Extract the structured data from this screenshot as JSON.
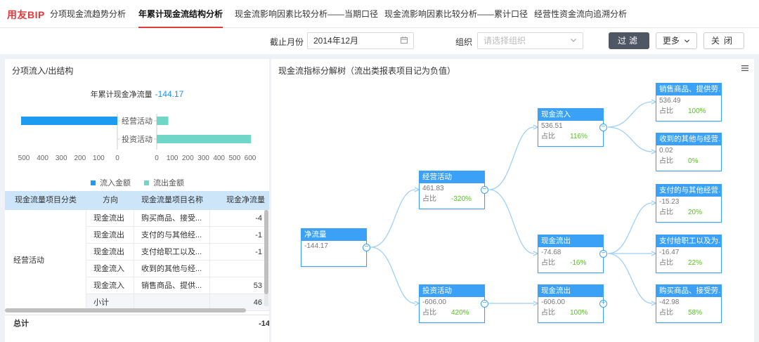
{
  "app": {
    "logo": "用友BIP"
  },
  "tabs": [
    {
      "label": "分项现金流趋势分析"
    },
    {
      "label": "年累计现金流结构分析"
    },
    {
      "label": "现金流影响因素比较分析——当期口径"
    },
    {
      "label": "现金流影响因素比较分析——累计口径"
    },
    {
      "label": "经营性资金流向追溯分析"
    }
  ],
  "filter": {
    "month_label": "截止月份",
    "month_value": "2014年12月",
    "org_label": "组织",
    "org_placeholder": "请选择组织",
    "filter_btn": "过滤",
    "more_btn": "更多",
    "close_btn": "关闭"
  },
  "left": {
    "title": "分项流入/出结构",
    "net_label": "年累计现金净流量",
    "net_value": "-144.17"
  },
  "chart_data": {
    "type": "bar",
    "orientation": "horizontal-butterfly",
    "categories": [
      "经营活动",
      "投资活动"
    ],
    "series": [
      {
        "name": "流入金额",
        "values": [
          536.51,
          0
        ],
        "color": "#1c9bf0"
      },
      {
        "name": "流出金额",
        "values": [
          74.68,
          606.0
        ],
        "color": "#6fd6c8"
      }
    ],
    "left_ticks": [
      "500",
      "400",
      "300",
      "200",
      "100",
      "0"
    ],
    "right_ticks": [
      "0",
      "100",
      "200",
      "300",
      "400",
      "500",
      "600"
    ],
    "left_max": 500,
    "right_max": 600,
    "legend_position": "bottom"
  },
  "table": {
    "headers": [
      "现金流量项目分类",
      "方向",
      "现金流量项目名称",
      "现金净流量"
    ],
    "group": "经营活动",
    "rows": [
      {
        "dir": "现金流出",
        "name": "购买商品、接受...",
        "val": "-4"
      },
      {
        "dir": "现金流出",
        "name": "支付的与其他经...",
        "val": "-1"
      },
      {
        "dir": "现金流出",
        "name": "支付给职工以及...",
        "val": "-1"
      },
      {
        "dir": "现金流入",
        "name": "收到的其他与经...",
        "val": ""
      },
      {
        "dir": "现金流入",
        "name": "销售商品、提供...",
        "val": "53"
      },
      {
        "dir": "小计",
        "name": "",
        "val": "46"
      }
    ],
    "total_label": "总计",
    "total_value": "-14"
  },
  "right": {
    "title": "现金流指标分解树（流出类报表项目记为负值）",
    "menu_icon": "hamburger-icon",
    "ratio_label": "占比"
  },
  "tree": {
    "nodes": [
      {
        "id": "net",
        "title": "净流量",
        "value": "-144.17",
        "ratio": "",
        "toggle": "−"
      },
      {
        "id": "op",
        "title": "经营活动",
        "value": "461.83",
        "ratio": "-320%",
        "toggle": "−"
      },
      {
        "id": "inv",
        "title": "投资活动",
        "value": "-606.00",
        "ratio": "420%",
        "toggle": "−"
      },
      {
        "id": "op_in",
        "title": "现金流入",
        "value": "536.51",
        "ratio": "116%",
        "toggle": "−"
      },
      {
        "id": "op_out",
        "title": "现金流出",
        "value": "-74.68",
        "ratio": "-16%",
        "toggle": "−"
      },
      {
        "id": "inv_out",
        "title": "现金流出",
        "value": "-606.00",
        "ratio": "100%",
        "toggle": "+"
      },
      {
        "id": "l1",
        "title": "销售商品、提供劳...",
        "value": "536.49",
        "ratio": "100%",
        "toggle": ""
      },
      {
        "id": "l2",
        "title": "收到的其他与经营...",
        "value": "0.02",
        "ratio": "0%",
        "toggle": ""
      },
      {
        "id": "l3",
        "title": "支付的与其他经营...",
        "value": "-15.23",
        "ratio": "20%",
        "toggle": ""
      },
      {
        "id": "l4",
        "title": "支付给职工以及为...",
        "value": "-16.47",
        "ratio": "22%",
        "toggle": ""
      },
      {
        "id": "l5",
        "title": "购买商品、接受劳...",
        "value": "-42.98",
        "ratio": "58%",
        "toggle": ""
      }
    ]
  }
}
